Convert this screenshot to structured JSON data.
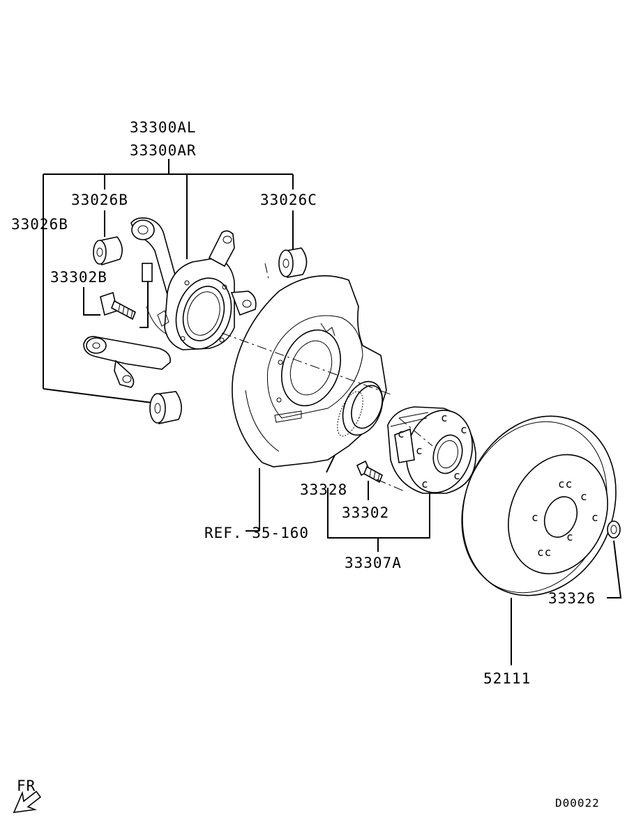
{
  "labels": {
    "knuckle_l": "33300AL",
    "knuckle_r": "33300AR",
    "bush_b_upper": "33026B",
    "bush_b_left": "33026B",
    "bush_c": "33026C",
    "bolt_b": "33302B",
    "abs_ring": "33328",
    "hub_bolt": "33302",
    "hub_assy": "33307A",
    "ref": "REF. 35-160",
    "nut": "33326",
    "disc": "52111",
    "front": "FR",
    "diagram_code": "D00022"
  },
  "icons": {
    "direction_arrow": "front-direction-arrow-icon"
  }
}
